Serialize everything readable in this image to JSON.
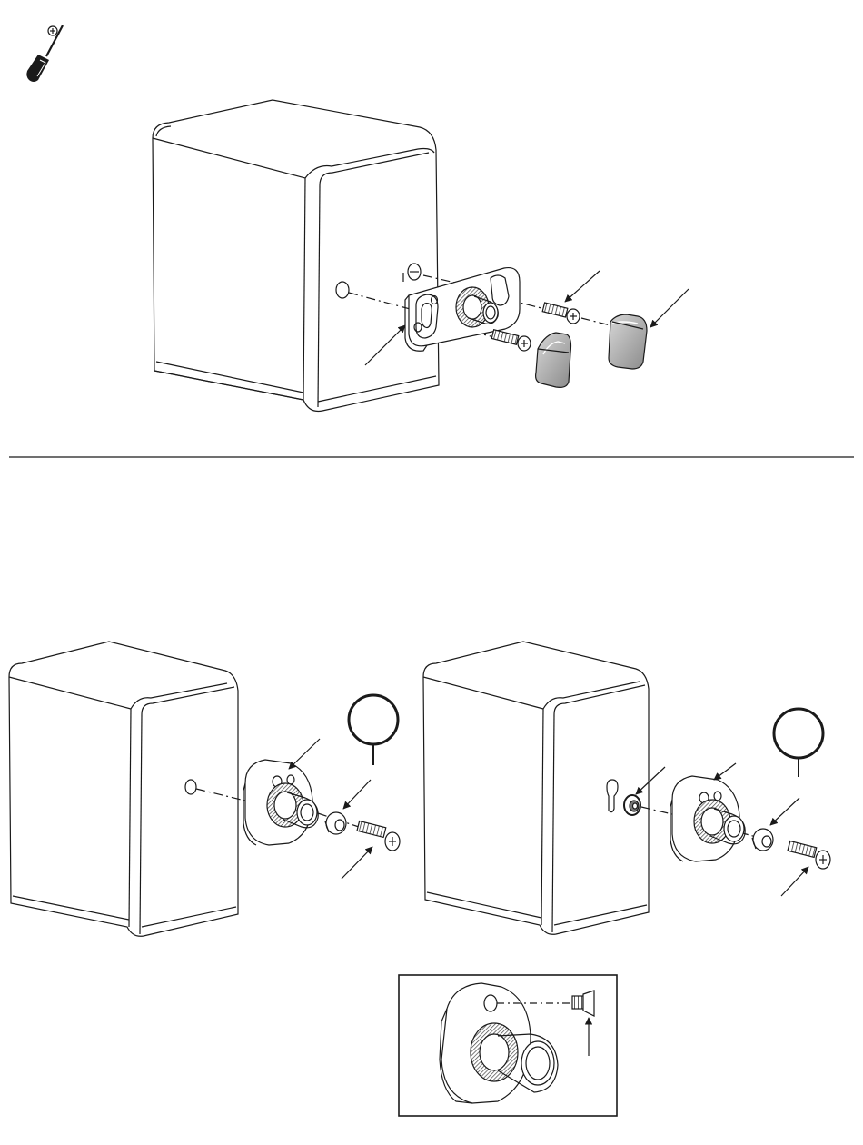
{
  "colors": {
    "ink": "#1a1a1a",
    "background": "#ffffff",
    "cap_shade": "#9a9a9a",
    "cap_highlight": "#e6e6e6",
    "knurl_dark": "#555555",
    "screw_thread": "#6a6a6a"
  },
  "icons": {
    "tool": "phillips-screwdriver-icon"
  },
  "panels": {
    "top": {
      "view": "speaker-with-bracket-exploded"
    },
    "bottom_left": {
      "view": "speaker-with-round-mount-direct"
    },
    "bottom_right": {
      "view": "speaker-with-keyhole-and-round-mount"
    },
    "detail": {
      "view": "round-mount-setscrew-detail"
    }
  }
}
